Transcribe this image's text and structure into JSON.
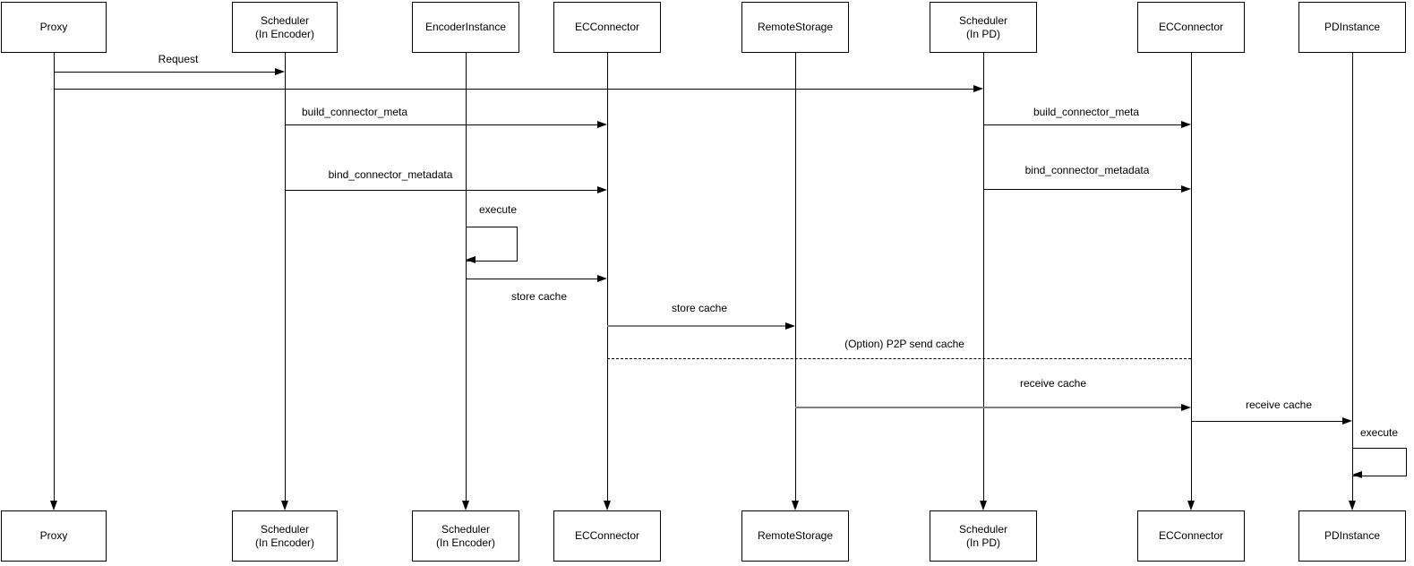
{
  "colors": {
    "background": "#ffffff",
    "line": "#000000",
    "gray_line": "#808080"
  },
  "actors_top": [
    {
      "line1": "Proxy",
      "line2": ""
    },
    {
      "line1": "Scheduler",
      "line2": "(In Encoder)"
    },
    {
      "line1": "EncoderInstance",
      "line2": ""
    },
    {
      "line1": "ECConnector",
      "line2": ""
    },
    {
      "line1": "RemoteStorage",
      "line2": ""
    },
    {
      "line1": "Scheduler",
      "line2": "(In PD)"
    },
    {
      "line1": "ECConnector",
      "line2": ""
    },
    {
      "line1": "PDInstance",
      "line2": ""
    }
  ],
  "actors_bottom": [
    {
      "line1": "Proxy",
      "line2": ""
    },
    {
      "line1": "Scheduler",
      "line2": "(In Encoder)"
    },
    {
      "line1": "Scheduler",
      "line2": "(In Encoder)"
    },
    {
      "line1": "ECConnector",
      "line2": ""
    },
    {
      "line1": "RemoteStorage",
      "line2": ""
    },
    {
      "line1": "Scheduler",
      "line2": "(In PD)"
    },
    {
      "line1": "ECConnector",
      "line2": ""
    },
    {
      "line1": "PDInstance",
      "line2": ""
    }
  ],
  "messages": {
    "request": "Request",
    "build_connector_meta_left": "build_connector_meta",
    "bind_connector_metadata_left": "bind_connector_metadata",
    "build_connector_meta_right": "build_connector_meta",
    "bind_connector_metadata_right": "bind_connector_metadata",
    "execute_encoder": "execute",
    "store_cache_1": "store cache",
    "store_cache_2": "store cache",
    "p2p_send_cache": "(Option) P2P send cache",
    "receive_cache_1": "receive cache",
    "receive_cache_2": "receive cache",
    "execute_pd": "execute"
  }
}
